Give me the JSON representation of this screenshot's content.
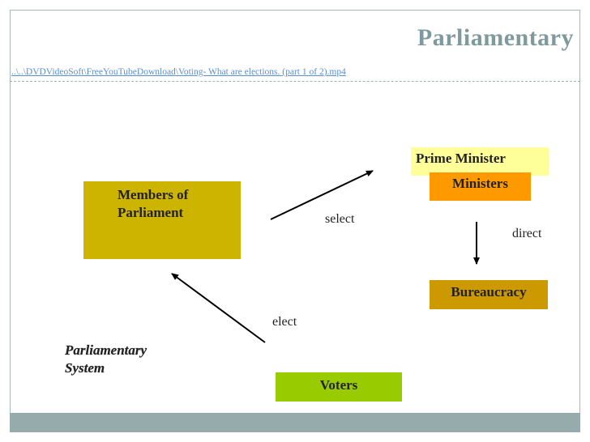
{
  "slide": {
    "title": "Parliamentary",
    "link_text": "..\\..\\DVDVideoSoft\\FreeYouTubeDownload\\Voting- What are elections. (part 1 of 2).mp4"
  },
  "diagram": {
    "members": {
      "line1": "Members of",
      "line2": "Parliament"
    },
    "prime_minister": "Prime Minister",
    "ministers": "Ministers",
    "bureaucracy": "Bureaucracy",
    "voters": "Voters",
    "labels": {
      "select": "select",
      "direct": "direct",
      "elect": "elect"
    },
    "system": {
      "line1": "Parliamentary",
      "line2": "System"
    }
  },
  "colors": {
    "members": "#cdb400",
    "prime_minister": "#ffff99",
    "ministers": "#ff9900",
    "bureaucracy": "#cc9900",
    "voters": "#99cc00",
    "title": "#7f9a9c",
    "footer": "#96abab"
  }
}
